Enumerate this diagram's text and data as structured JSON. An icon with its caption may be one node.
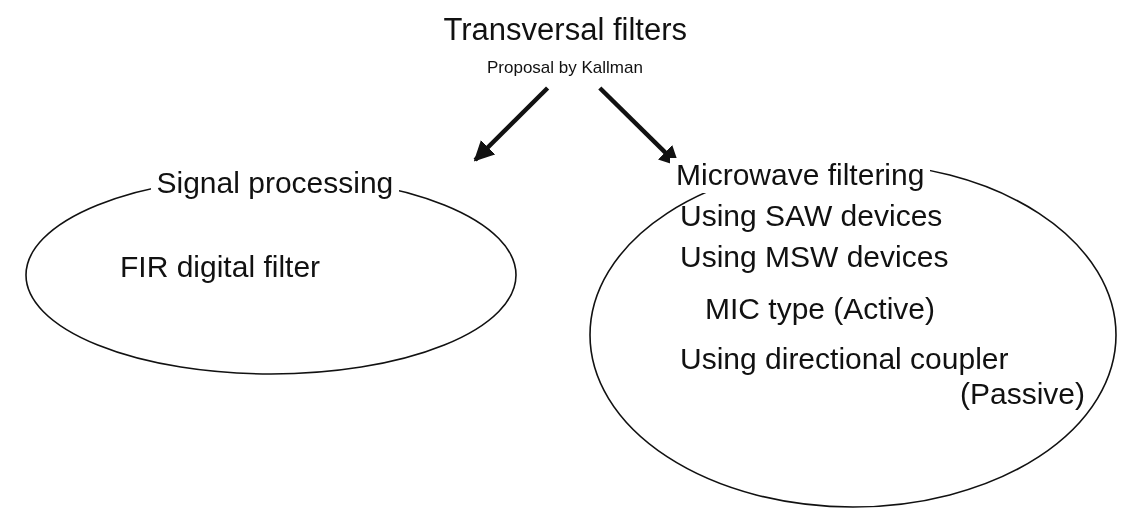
{
  "diagram": {
    "nodes": [
      {
        "text": [
          "Transversal filters",
          "Proposal by Kallman"
        ]
      },
      {
        "text": [
          "Signal processing",
          "FIR digital filter"
        ]
      },
      {
        "text": [
          "Microwave filtering",
          "Using SAW devices",
          "Using MSW devices",
          "MIC type (Active)",
          "Using directional coupler (Passive)"
        ]
      }
    ],
    "edges": [
      {
        "from": 0,
        "to": 1,
        "arrow": "to"
      },
      {
        "from": 0,
        "to": 2,
        "arrow": "to"
      }
    ]
  }
}
